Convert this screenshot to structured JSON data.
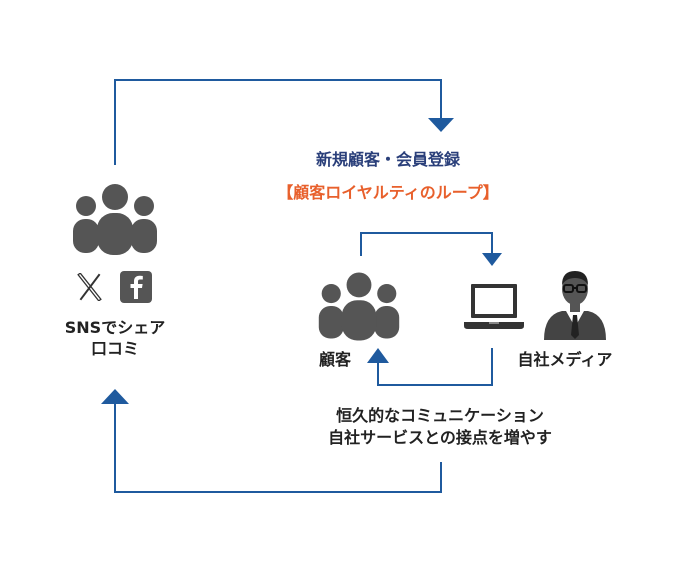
{
  "diagram": {
    "loop_title": "新規顧客・会員登録",
    "loop_subtitle": "【顧客ロイヤルティのループ】",
    "sns_label_line1": "SNSでシェア",
    "sns_label_line2": "口コミ",
    "customer_label": "顧客",
    "media_label": "自社メディア",
    "caption_line1": "恒久的なコミュニケーション",
    "caption_line2": "自社サービスとの接点を増やす"
  },
  "colors": {
    "arrow": "#1f5a9e",
    "title": "#2a3f7a",
    "subtitle": "#e8602c",
    "icon": "#555555"
  },
  "icons": [
    "people-group-icon",
    "x-logo-icon",
    "facebook-icon",
    "laptop-icon",
    "businessman-icon"
  ]
}
